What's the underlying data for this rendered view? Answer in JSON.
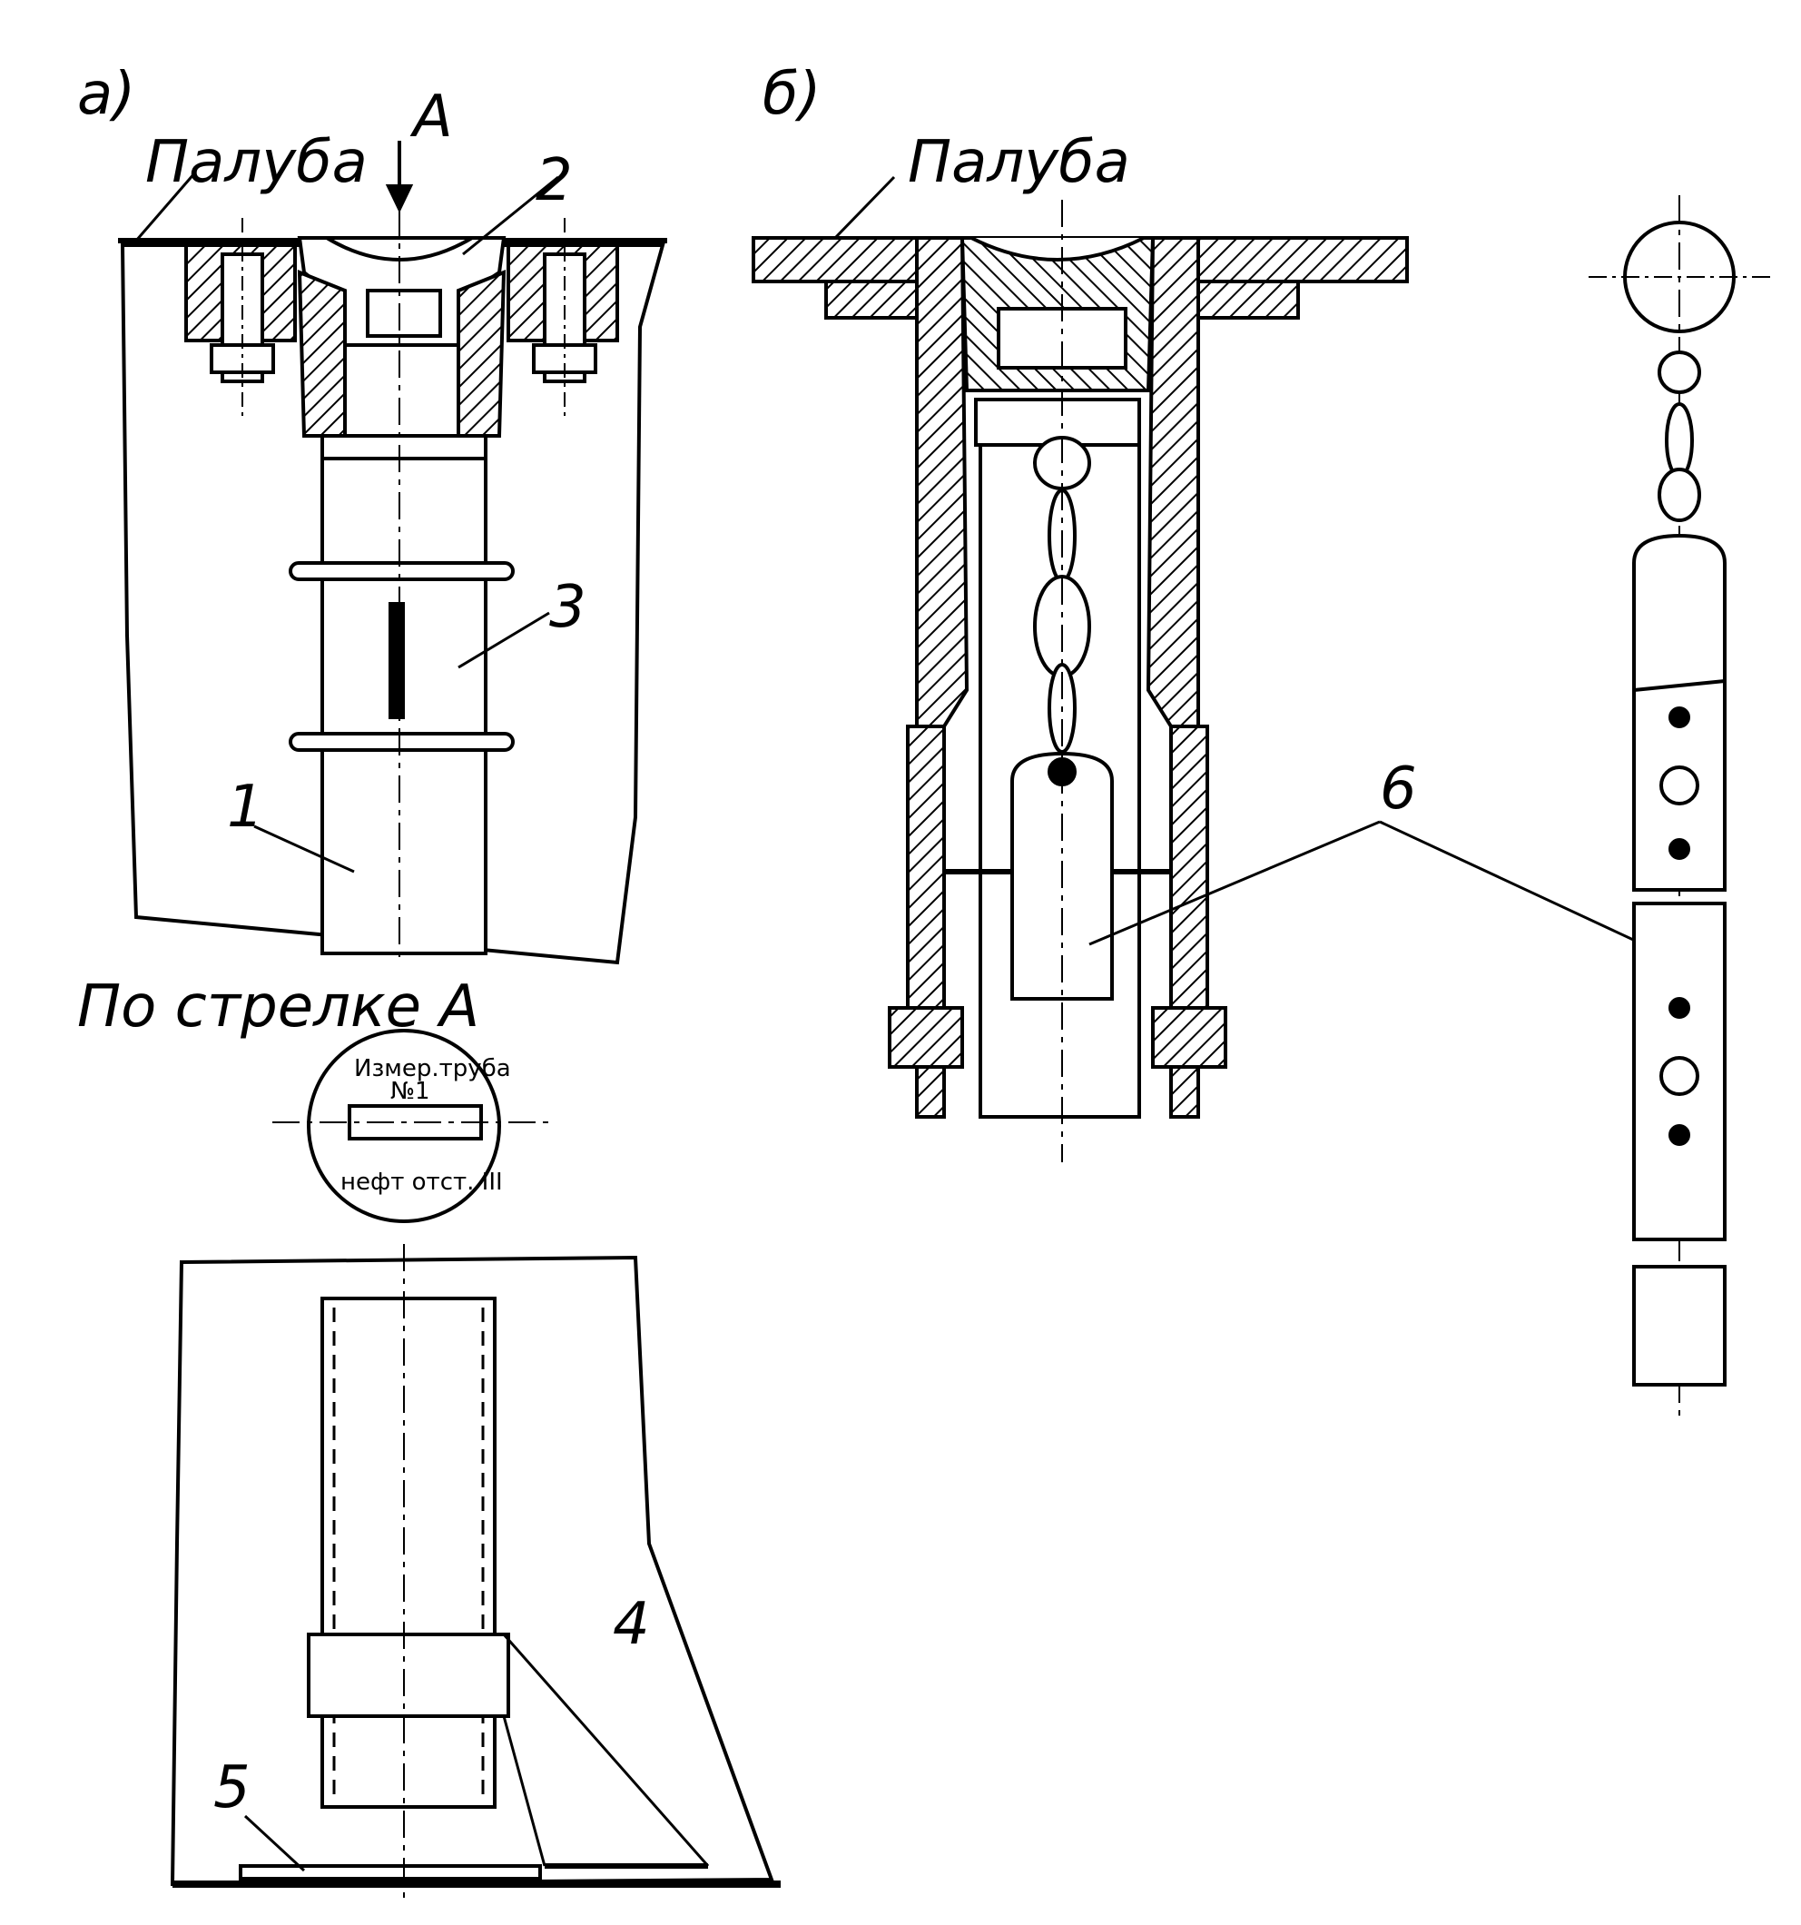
{
  "panel_a": {
    "label": "а)",
    "deck_label": "Палуба",
    "arrow_label": "А",
    "view_caption": "По стрелке А",
    "stamp_top": "Измер.труба",
    "stamp_number": "№1",
    "stamp_bottom": "нефт отст. III",
    "callout_1": "1",
    "callout_2": "2",
    "callout_3": "3",
    "callout_4": "4",
    "callout_5": "5"
  },
  "panel_b": {
    "label": "б)",
    "deck_label": "Палуба",
    "callout_6": "6"
  }
}
